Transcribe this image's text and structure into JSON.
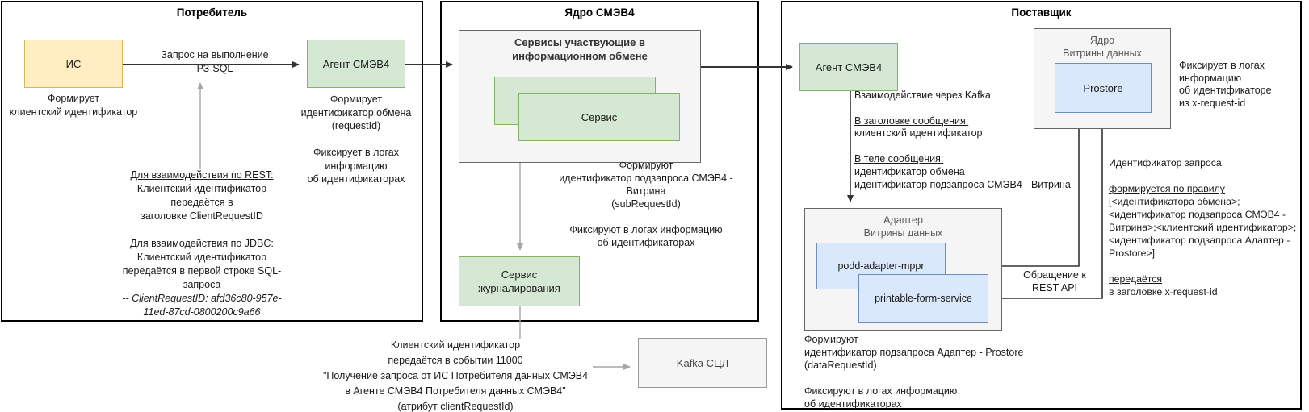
{
  "consumer": {
    "title": "Потребитель",
    "is_box": "ИС",
    "is_caption": [
      "Формирует",
      "клиентский идентификатор"
    ],
    "request_label": [
      "Запрос на выполнение",
      "РЗ-SQL"
    ],
    "agent_box": "Агент СМЭВ4",
    "agent_caption": [
      "Формирует",
      "идентификатор обмена",
      "(requestId)",
      "",
      "Фиксирует в логах",
      "информацию",
      "об идентификаторах"
    ],
    "note": [
      "Для взаимодействия по REST:",
      "Клиентский идентификатор",
      "передаётся в",
      "заголовке ClientRequestID",
      "",
      "Для взаимодействия по JDBC:",
      "Клиентский идентификатор",
      "передаётся в первой строке SQL-",
      "запроса",
      "-- ClientRequestID: afd36c80-957e-",
      "11ed-87cd-0800200c9a66"
    ]
  },
  "core": {
    "title": "Ядро СМЭВ4",
    "services_box_title": [
      "Сервисы участвующие в",
      "информационном обмене"
    ],
    "service_box": "Сервис",
    "services_caption": [
      "Формируют",
      "идентификатор подзапроса СМЭВ4 -",
      "Витрина",
      "(subRequestId)",
      "",
      "Фиксируют в логах информацию",
      "об идентификаторах"
    ],
    "logging_box": [
      "Сервис",
      "журналирования"
    ],
    "event_note": [
      "Клиентский идентификатор",
      "передаётся в событии 11000",
      "\"Получение запроса от ИС Потребителя данных СМЭВ4",
      "в Агенте СМЭВ4 Потребителя данных СМЭВ4\"",
      "(атрибут clientRequestId)"
    ],
    "kafka_box": "Kafka СЦЛ"
  },
  "provider": {
    "title": "Поставщик",
    "agent_box": "Агент СМЭВ4",
    "kafka_note": [
      "Взаимодействие через Kafka",
      "",
      "В заголовке сообщения:",
      "клиентский идентификатор",
      "",
      "В теле сообщения:",
      "идентификатор обмена",
      "идентификатор подзапроса СМЭВ4 - Витрина"
    ],
    "core_box_title": [
      "Ядро",
      "Витрины данных"
    ],
    "prostore_box": "Prostore",
    "prostore_caption": [
      "Фиксирует в логах",
      "информацию",
      "об идентификаторе",
      "из x-request-id"
    ],
    "adapter_box_title": [
      "Адаптер",
      "Витрины данных"
    ],
    "podd_box": "podd-adapter-mppr",
    "pfs_box": "printable-form-service",
    "rest_label": [
      "Обращение к",
      "REST API"
    ],
    "adapter_caption": [
      "Формируют",
      "идентификатор подзапроса Адаптер - Prostore",
      "(dataRequestId)",
      "",
      "Фиксируют в логах информацию",
      "об идентификаторах"
    ],
    "request_id_note": [
      "Идентификатор запроса:",
      "",
      "формируется по правилу",
      "[<идентификатора обмена>;",
      "<идентификатор подзапроса СМЭВ4 -",
      "Витрина>;<клиентский идентификатор>;",
      "<идентификатор подзапроса Адаптер -",
      "Prostore>]",
      "",
      "передаётся ",
      "в заголовке x-request-id"
    ]
  },
  "colors": {
    "yellow_fill": "#ffeec2",
    "yellow_border": "#d6b656",
    "green_fill": "#d5e8d4",
    "green_border": "#82b366",
    "blue_fill": "#dae8fc",
    "blue_border": "#6c8ebf",
    "gray_fill": "#f5f5f5",
    "gray_border": "#666666",
    "arrow_black": "#333333",
    "arrow_gray": "#a6a6a6"
  }
}
